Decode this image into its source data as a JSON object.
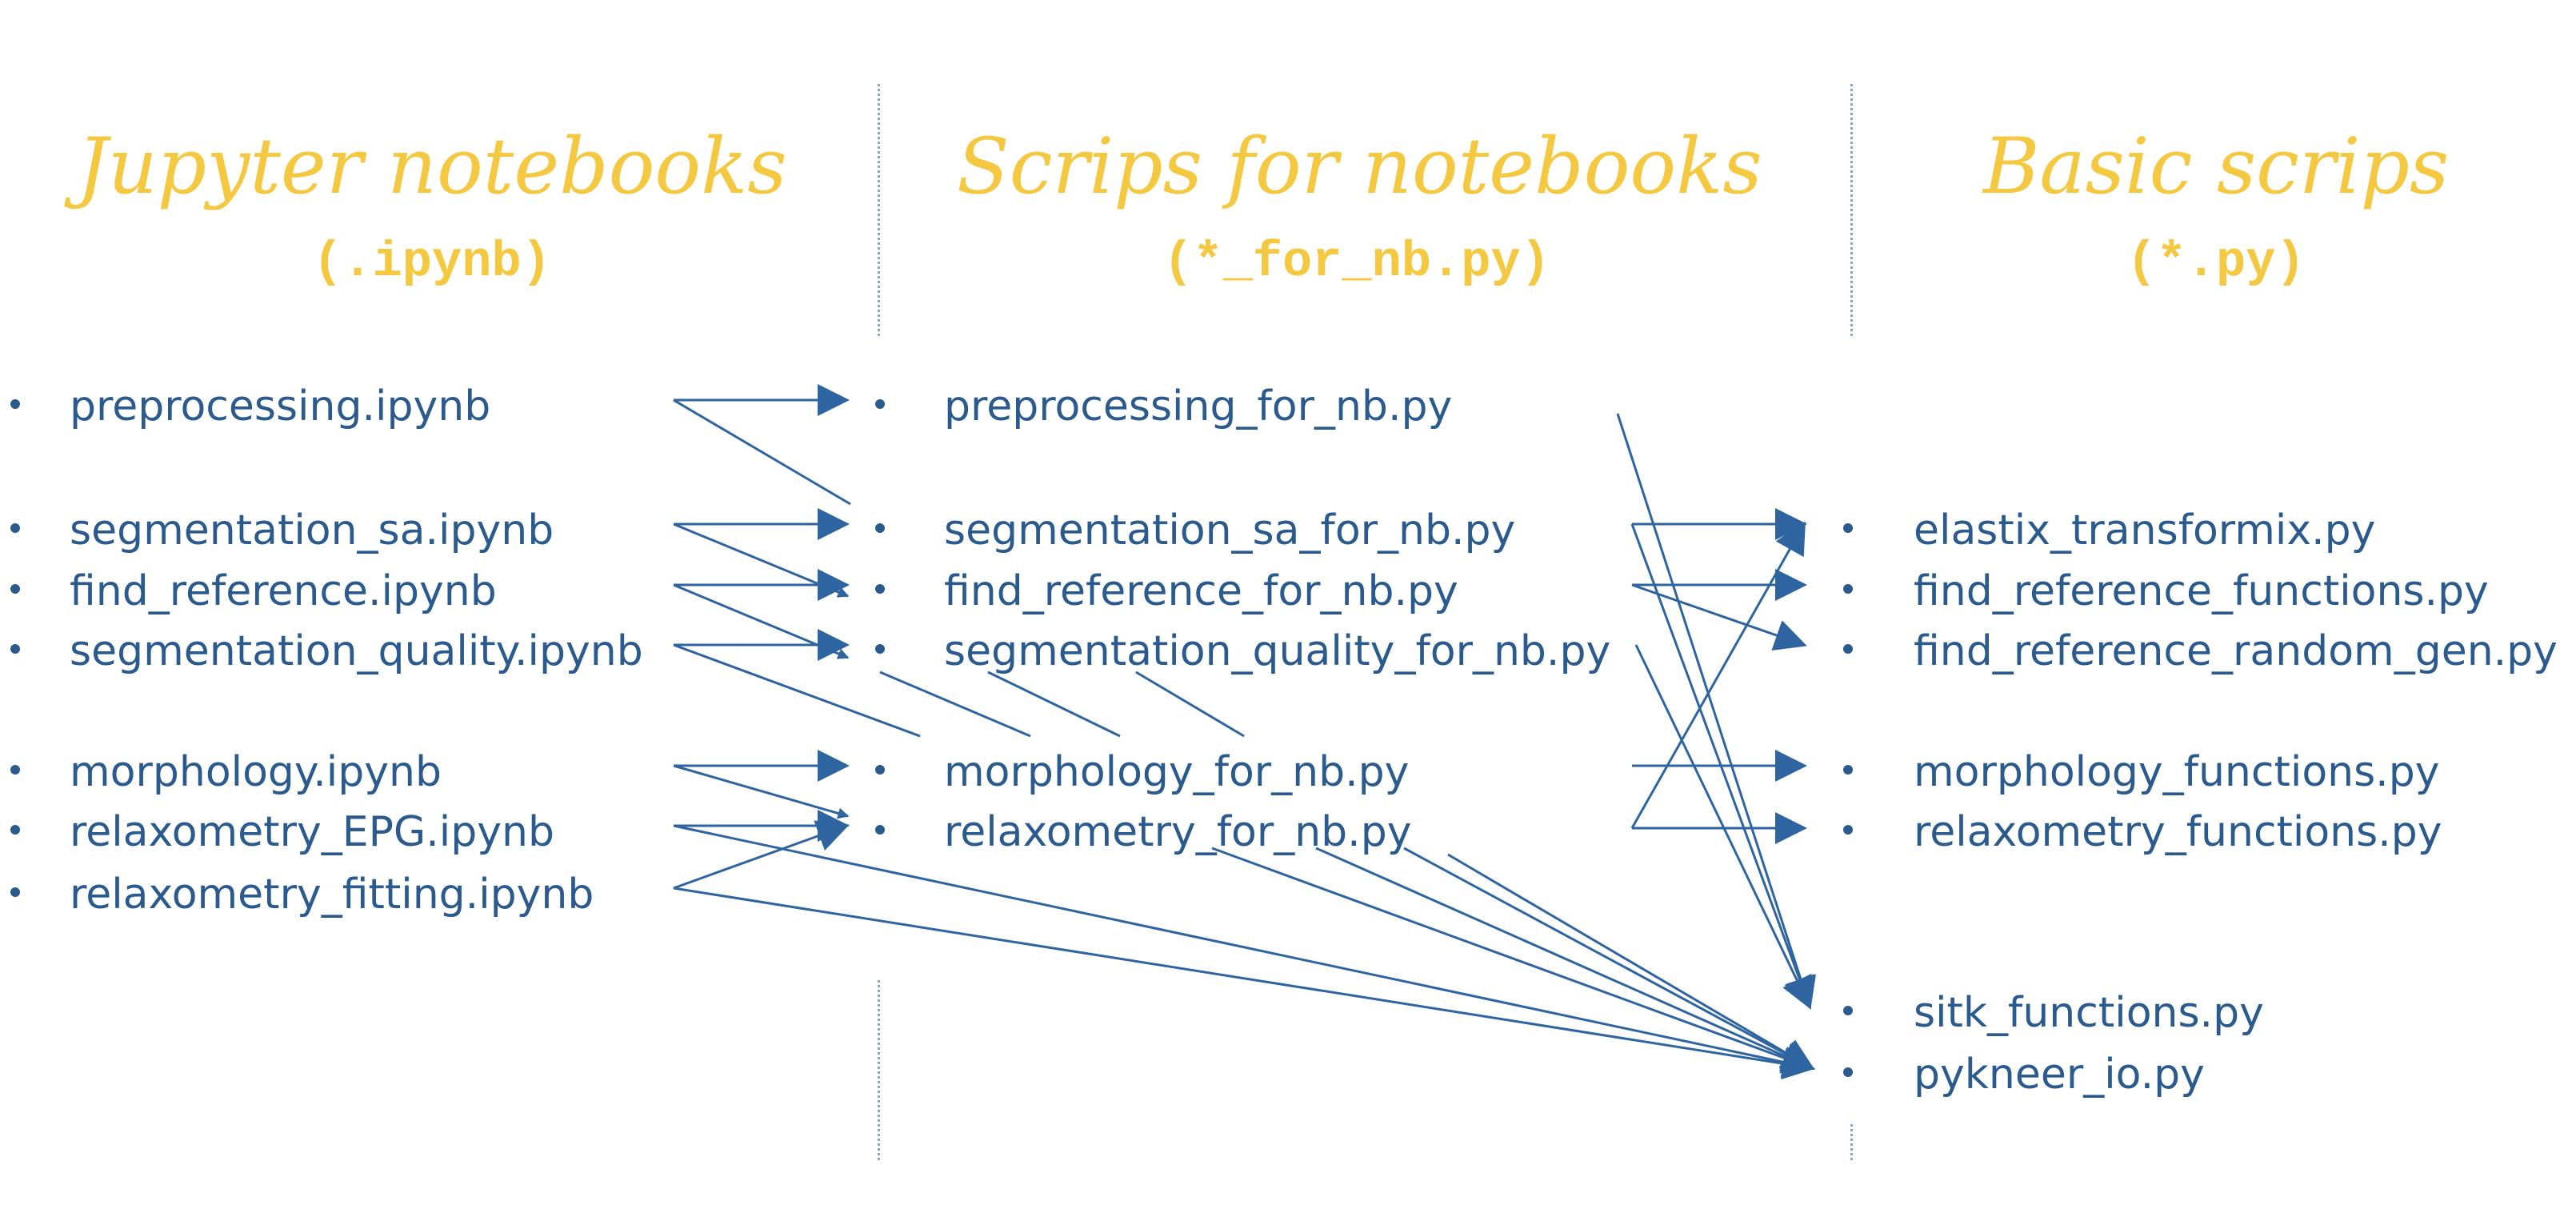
{
  "columns": [
    {
      "title": "Jupyter notebooks",
      "subtitle": "(.ipynb)"
    },
    {
      "title": "Scrips for notebooks",
      "subtitle": "(*_for_nb.py)"
    },
    {
      "title": "Basic scrips",
      "subtitle": "(*.py)"
    }
  ],
  "notebooks": [
    "preprocessing.ipynb",
    "segmentation_sa.ipynb",
    "find_reference.ipynb",
    "segmentation_quality.ipynb",
    "morphology.ipynb",
    "relaxometry_EPG.ipynb",
    "relaxometry_fitting.ipynb"
  ],
  "nb_scripts": [
    "preprocessing_for_nb.py",
    "segmentation_sa_for_nb.py",
    "find_reference_for_nb.py",
    "segmentation_quality_for_nb.py",
    "morphology_for_nb.py",
    "relaxometry_for_nb.py"
  ],
  "basic_scripts": [
    "elastix_transformix.py",
    "find_reference_functions.py",
    "find_reference_random_gen.py",
    "morphology_functions.py",
    "relaxometry_functions.py",
    "sitk_functions.py",
    "pykneer_io.py"
  ],
  "colors": {
    "heading": "#f5c842",
    "text": "#2a5a8e",
    "arrow": "#2e64a0"
  }
}
